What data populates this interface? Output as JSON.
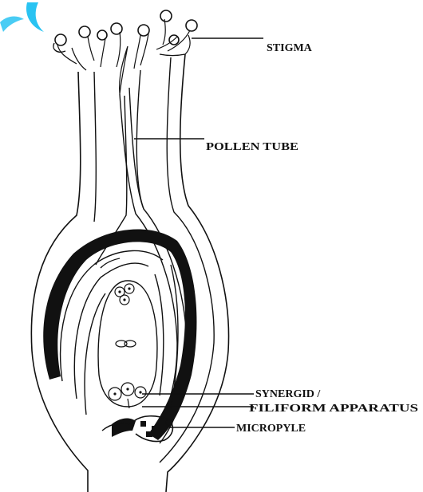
{
  "labels": {
    "stigma": "STIGMA",
    "pollen_tube": "POLLEN TUBE",
    "synergid_line1": "SYNERGID /",
    "synergid_line2": "FILIFORM  APPARATUS",
    "micropyle": "MICROPYLE"
  },
  "colors": {
    "ink": "#111111",
    "watermark": "#29c3f2",
    "background": "#ffffff"
  }
}
